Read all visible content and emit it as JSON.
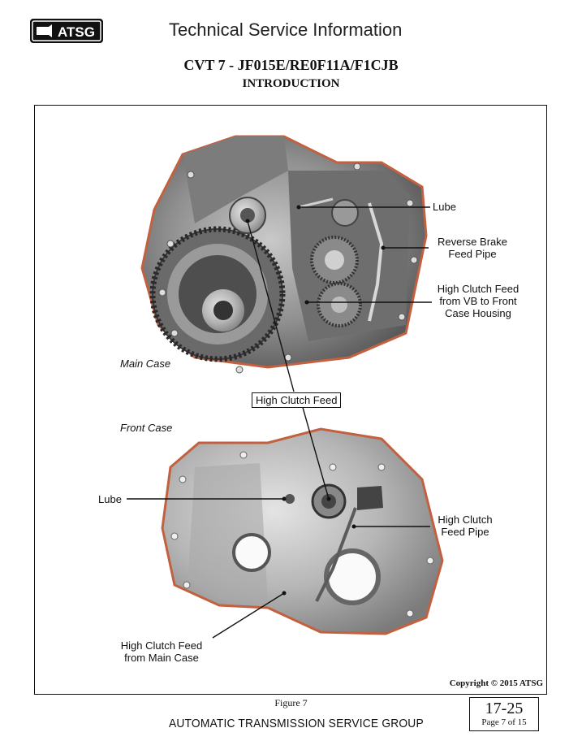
{
  "header": {
    "logo_text": "ATSG",
    "title": "Technical Service Information"
  },
  "document": {
    "title": "CVT 7 - JF015E/RE0F11A/F1CJB",
    "subtitle": "INTRODUCTION"
  },
  "figure": {
    "labels": {
      "main_case": "Main Case",
      "front_case": "Front Case",
      "lube_top": "Lube",
      "reverse_brake": [
        "Reverse Brake",
        "Feed Pipe"
      ],
      "high_clutch_vb": [
        "High Clutch Feed",
        "from VB to Front",
        "Case Housing"
      ],
      "high_clutch_feed": "High Clutch Feed",
      "lube_bottom": "Lube",
      "high_clutch_pipe": [
        "High Clutch",
        "Feed Pipe"
      ],
      "high_clutch_main": [
        "High Clutch Feed",
        "from Main Case"
      ]
    },
    "copyright": "Copyright © 2015 ATSG",
    "caption": "Figure 7"
  },
  "footer": {
    "org": "AUTOMATIC TRANSMISSION SERVICE GROUP",
    "page_number": "17-25",
    "page_of": "Page 7 of 15"
  }
}
